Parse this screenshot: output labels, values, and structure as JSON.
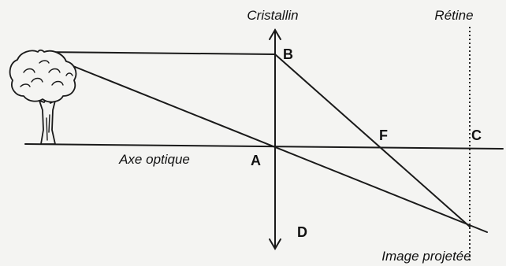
{
  "labels": {
    "lens": "Cristallin",
    "retina": "Rétine",
    "optical_axis": "Axe optique",
    "projected_image": "Image projetée"
  },
  "points": {
    "A": "A",
    "B": "B",
    "C": "C",
    "D": "D",
    "F": "F"
  },
  "icons": {
    "object": "tree-icon",
    "lens_arrows": "double-arrow-icon"
  }
}
